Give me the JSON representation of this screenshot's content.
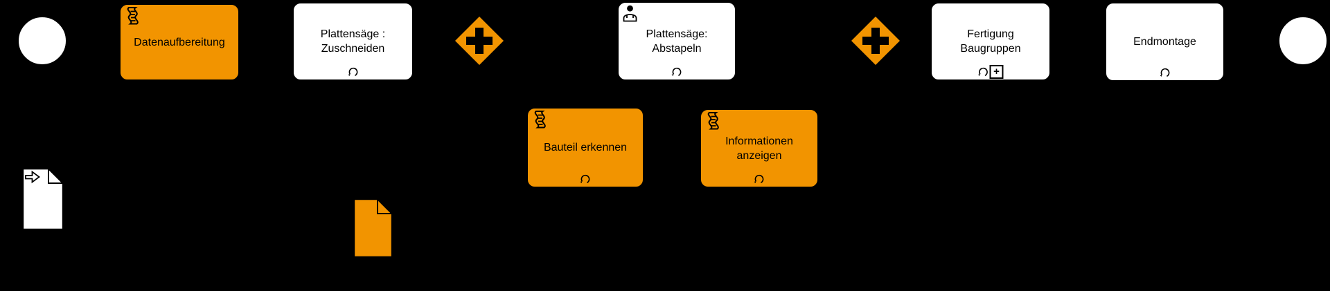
{
  "diagram": {
    "type": "bpmn-process",
    "colors": {
      "background": "#000000",
      "orange": "#F29400",
      "white": "#FFFFFF",
      "stroke": "#000000"
    },
    "events": {
      "start": {
        "kind": "start-event"
      },
      "end": {
        "kind": "end-event"
      }
    },
    "gateways": {
      "g1": {
        "kind": "parallel-gateway"
      },
      "g2": {
        "kind": "parallel-gateway"
      }
    },
    "tasks": {
      "datenaufbereitung": {
        "label": "Datenaufbereitung",
        "fill": "orange",
        "icon": "script-icon"
      },
      "zuschneiden": {
        "line1": "Plattensäge :",
        "line2": "Zuschneiden",
        "fill": "white",
        "marker": "loop"
      },
      "abstapeln": {
        "line1": "Plattensäge:",
        "line2": "Abstapeln",
        "fill": "white",
        "icon": "user-icon",
        "marker": "loop"
      },
      "bauteil": {
        "label": "Bauteil erkennen",
        "fill": "orange",
        "icon": "script-icon",
        "marker": "loop"
      },
      "informationen": {
        "line1": "Informationen",
        "line2": "anzeigen",
        "fill": "orange",
        "icon": "script-icon",
        "marker": "loop"
      },
      "fertigung": {
        "line1": "Fertigung",
        "line2": "Baugruppen",
        "fill": "white",
        "marker": "loop",
        "plus_marker": "+"
      },
      "endmontage": {
        "label": "Endmontage",
        "fill": "white",
        "marker": "loop"
      }
    },
    "data_objects": {
      "input_doc": {
        "kind": "data-input-document",
        "fill": "white",
        "icon": "arrow-icon"
      },
      "output_doc": {
        "kind": "data-object-document",
        "fill": "orange"
      }
    }
  }
}
